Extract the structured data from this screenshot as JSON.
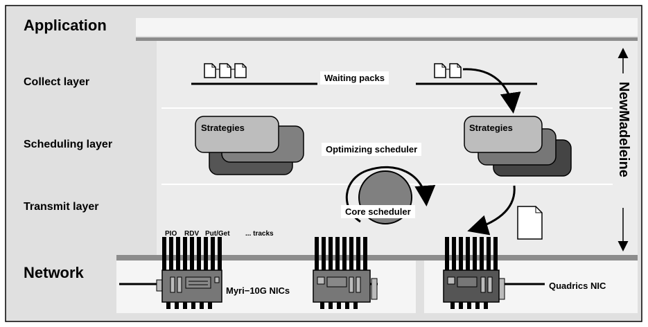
{
  "layers": {
    "application": "Application",
    "collect": "Collect layer",
    "scheduling": "Scheduling layer",
    "transmit": "Transmit layer",
    "network": "Network"
  },
  "labels": {
    "waiting_packs": "Waiting packs",
    "strategies_left": "Strategies",
    "strategies_right": "Strategies",
    "optimizing_scheduler": "Optimizing scheduler",
    "core_scheduler": "Core scheduler",
    "newmadeleine": "NewMadeleine",
    "myri_nics": "Myri−10G NICs",
    "quadrics_nic": "Quadrics NIC"
  },
  "tracks": {
    "pio": "PIO",
    "rdv": "RDV",
    "putget": "Put/Get",
    "more": "... tracks"
  },
  "colors": {
    "outer_bg": "#e0e0e0",
    "inner_bg": "#ececec",
    "band_dark": "#8c8c8c",
    "white_bar": "#f5f5f5"
  }
}
